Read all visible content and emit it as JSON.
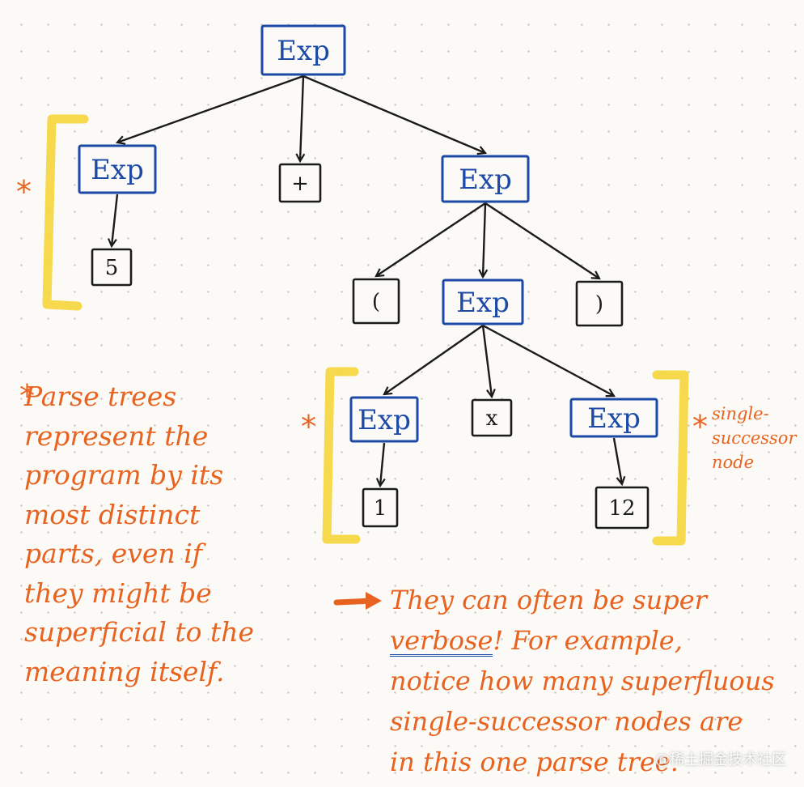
{
  "tree": {
    "nodes": [
      {
        "id": "root",
        "label": "Exp",
        "kind": "exp"
      },
      {
        "id": "left-exp",
        "label": "Exp",
        "kind": "exp"
      },
      {
        "id": "plus",
        "label": "+",
        "kind": "term"
      },
      {
        "id": "right-exp",
        "label": "Exp",
        "kind": "exp"
      },
      {
        "id": "five",
        "label": "5",
        "kind": "term"
      },
      {
        "id": "lparen",
        "label": "(",
        "kind": "term"
      },
      {
        "id": "mid-exp",
        "label": "Exp",
        "kind": "exp"
      },
      {
        "id": "rparen",
        "label": ")",
        "kind": "term"
      },
      {
        "id": "low-left-exp",
        "label": "Exp",
        "kind": "exp"
      },
      {
        "id": "times",
        "label": "x",
        "kind": "term"
      },
      {
        "id": "low-right-exp",
        "label": "Exp",
        "kind": "exp"
      },
      {
        "id": "one",
        "label": "1",
        "kind": "term"
      },
      {
        "id": "twelve",
        "label": "12",
        "kind": "term"
      }
    ],
    "edges": [
      [
        "root",
        "left-exp"
      ],
      [
        "root",
        "plus"
      ],
      [
        "root",
        "right-exp"
      ],
      [
        "left-exp",
        "five"
      ],
      [
        "right-exp",
        "lparen"
      ],
      [
        "right-exp",
        "mid-exp"
      ],
      [
        "right-exp",
        "rparen"
      ],
      [
        "mid-exp",
        "low-left-exp"
      ],
      [
        "mid-exp",
        "times"
      ],
      [
        "mid-exp",
        "low-right-exp"
      ],
      [
        "low-left-exp",
        "one"
      ],
      [
        "low-right-exp",
        "twelve"
      ]
    ]
  },
  "annotations": {
    "star": "*",
    "left_note": "Parse trees\nrepresent the\nprogram by its\nmost distinct\nparts, even if\nthey might be\nsuperficial to the\nmeaning itself.",
    "side_note": "single-\nsuccessor\nnode",
    "right_note_line1": "They can often be super",
    "right_note_verbose": "verbose",
    "right_note_rest": "! For example,\nnotice how many superfluous\nsingle-successor nodes are\nin this one parse tree."
  },
  "watermark": "@稀土掘金技术社区",
  "colors": {
    "exp_blue": "#1d4aa6",
    "ink": "#1b1b1b",
    "highlight_yellow": "#f5d63d",
    "annotation_orange": "#e8631f",
    "paper": "#fbfaf6"
  }
}
